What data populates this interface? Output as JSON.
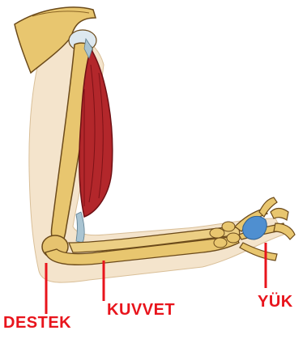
{
  "labels": {
    "support": "DESTEK",
    "force": "KUVVET",
    "load": "YÜK"
  },
  "colors": {
    "label_red": "#e8141c",
    "bone": "#e6c36f",
    "bone_shade": "#c9a04a",
    "muscle": "#b8252a",
    "muscle_dark": "#7e1217",
    "tendon": "#a9c4d2",
    "skin": "#f2dfc4",
    "outline": "#5a3f1c",
    "joint": "#dfe9ef",
    "weight": "#4f8fd0"
  }
}
